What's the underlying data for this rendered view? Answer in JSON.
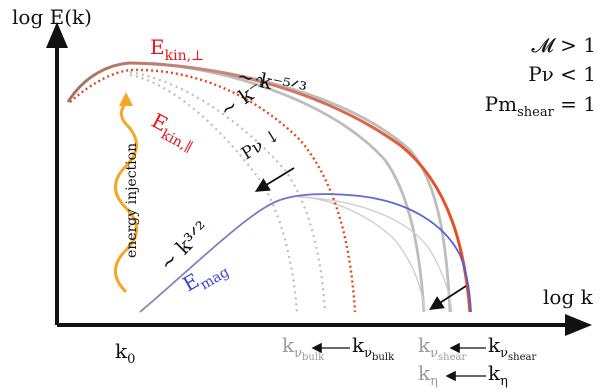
{
  "axes": {
    "y_label": "log E(k)",
    "x_label": "log k"
  },
  "params": {
    "mach": "𝓜 > 1",
    "pnu": "Pν < 1",
    "pm": "Pm",
    "pm_sub": "shear",
    "pm_rest": " = 1"
  },
  "curves": {
    "ekin_perp": {
      "main": "E",
      "sub": "kin,⊥"
    },
    "ekin_par": {
      "main": "E",
      "sub": "kin,∥"
    },
    "emag": {
      "main": "E",
      "sub": "mag"
    }
  },
  "annotations": {
    "slope_53": "∼ k⁻⁵ᐟ³",
    "slope_2": "∼ k⁻²",
    "slope_32": "∼ k³ᐟ²",
    "pnu_arrow": "Pν ↓",
    "energy_injection": "energy injection"
  },
  "ticks": {
    "k0": {
      "main": "k",
      "sub": "0"
    },
    "knu_bulk_grey": {
      "main": "k",
      "sub": "ν",
      "subsub": "bulk"
    },
    "knu_bulk": {
      "main": "k",
      "sub": "ν",
      "subsub": "bulk"
    },
    "knu_shear_grey": {
      "main": "k",
      "sub": "ν",
      "subsub": "shear"
    },
    "knu_shear": {
      "main": "k",
      "sub": "ν",
      "subsub": "shear"
    },
    "keta_grey": {
      "main": "k",
      "sub": "η"
    },
    "keta": {
      "main": "k",
      "sub": "η"
    }
  },
  "colors": {
    "axis": "#111111",
    "ekin_perp": "#e84a1e",
    "ekin_par": "#e0481b",
    "emag": "#5060d8",
    "grey": "#b8b8b8",
    "injection": "#f5a623",
    "brown_start": "#9a6a5a"
  }
}
